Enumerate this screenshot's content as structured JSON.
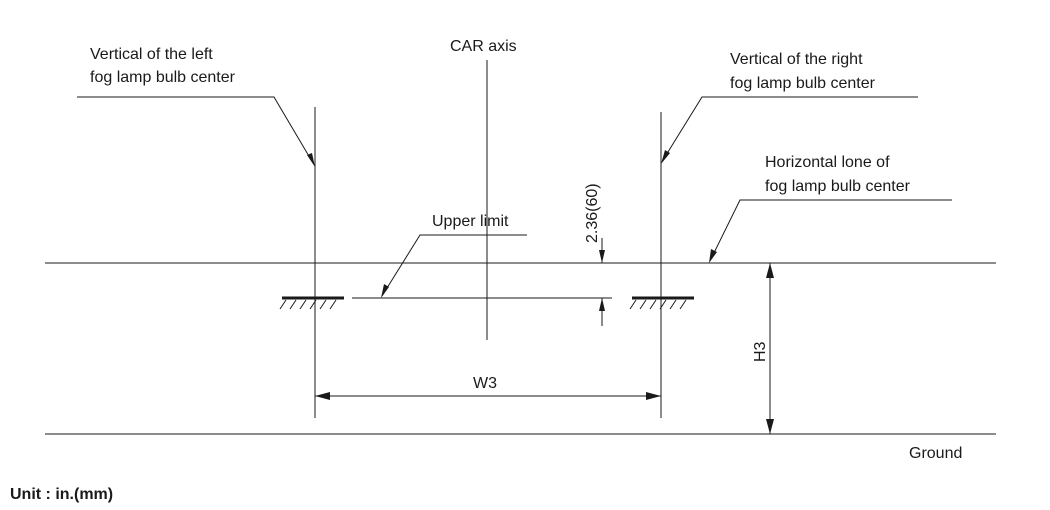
{
  "labels": {
    "left_vertical_line1": "Vertical of the left",
    "left_vertical_line2": "fog lamp bulb center",
    "car_axis": "CAR axis",
    "right_vertical_line1": "Vertical of the right",
    "right_vertical_line2": "fog lamp bulb center",
    "horizontal_line1": "Horizontal lone of",
    "horizontal_line2": "fog lamp bulb center",
    "upper_limit": "Upper limit",
    "offset_dimension": "2.36(60)",
    "width_dimension": "W3",
    "height_dimension": "H3",
    "ground": "Ground",
    "unit": "Unit : in.(mm)"
  }
}
